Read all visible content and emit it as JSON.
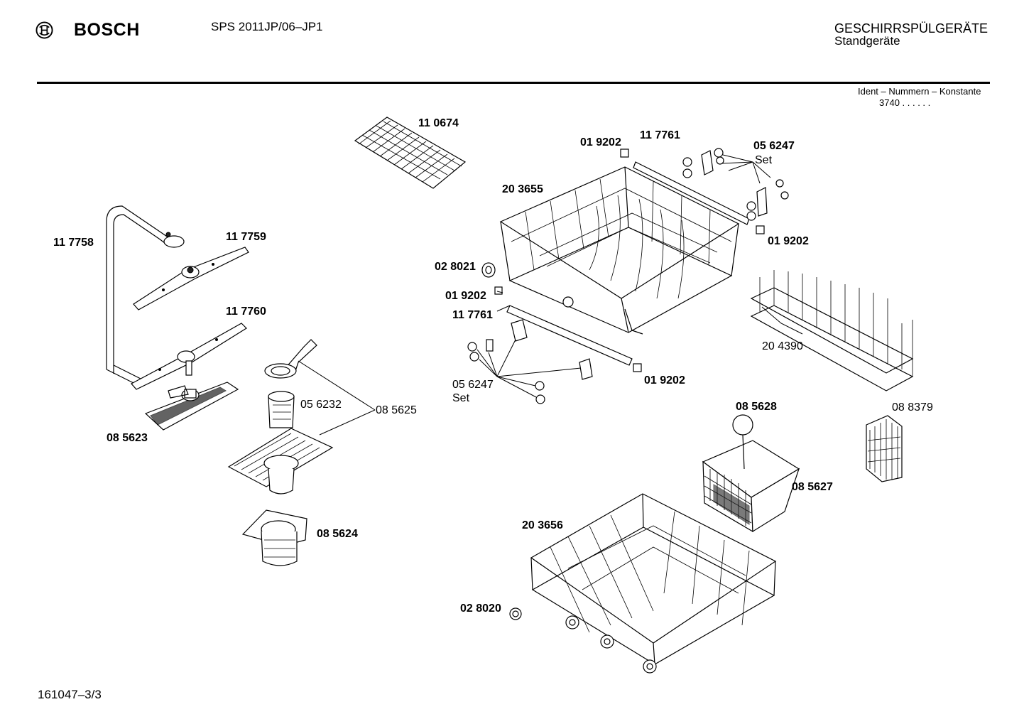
{
  "header": {
    "brand": "BOSCH",
    "model": "SPS 2011JP/06–JP1",
    "category": "GESCHIRRSPÜLGERÄTE",
    "subcategory": "Standgeräte",
    "ident_label": "Ident – Nummern – Konstante",
    "ident_value": "3740  .  .  .  .  .  ."
  },
  "footer": {
    "code": "161047–3/3"
  },
  "parts": [
    {
      "id": "p110674",
      "number": "11 0674"
    },
    {
      "id": "p019202a",
      "number": "01 9202"
    },
    {
      "id": "p117761a",
      "number": "11 7761"
    },
    {
      "id": "p056247a",
      "number": "05 6247"
    },
    {
      "id": "p203655",
      "number": "20 3655"
    },
    {
      "id": "p117758",
      "number": "11 7758"
    },
    {
      "id": "p117759",
      "number": "11 7759"
    },
    {
      "id": "p019202b",
      "number": "01 9202"
    },
    {
      "id": "p028021",
      "number": "02 8021"
    },
    {
      "id": "p019202c",
      "number": "01 9202"
    },
    {
      "id": "p117761b",
      "number": "11 7761"
    },
    {
      "id": "p117760",
      "number": "11 7760"
    },
    {
      "id": "p204390",
      "number": "20 4390"
    },
    {
      "id": "p019202d",
      "number": "01 9202"
    },
    {
      "id": "p056247b",
      "number": "05 6247"
    },
    {
      "id": "p056232",
      "number": "05 6232"
    },
    {
      "id": "p085625",
      "number": "08 5625"
    },
    {
      "id": "p085628",
      "number": "08 5628"
    },
    {
      "id": "p088379",
      "number": "08 8379"
    },
    {
      "id": "p085623",
      "number": "08 5623"
    },
    {
      "id": "p085627",
      "number": "08 5627"
    },
    {
      "id": "p203656",
      "number": "20 3656"
    },
    {
      "id": "p085624",
      "number": "08 5624"
    },
    {
      "id": "p028020",
      "number": "02 8020"
    }
  ],
  "set_label": "Set"
}
